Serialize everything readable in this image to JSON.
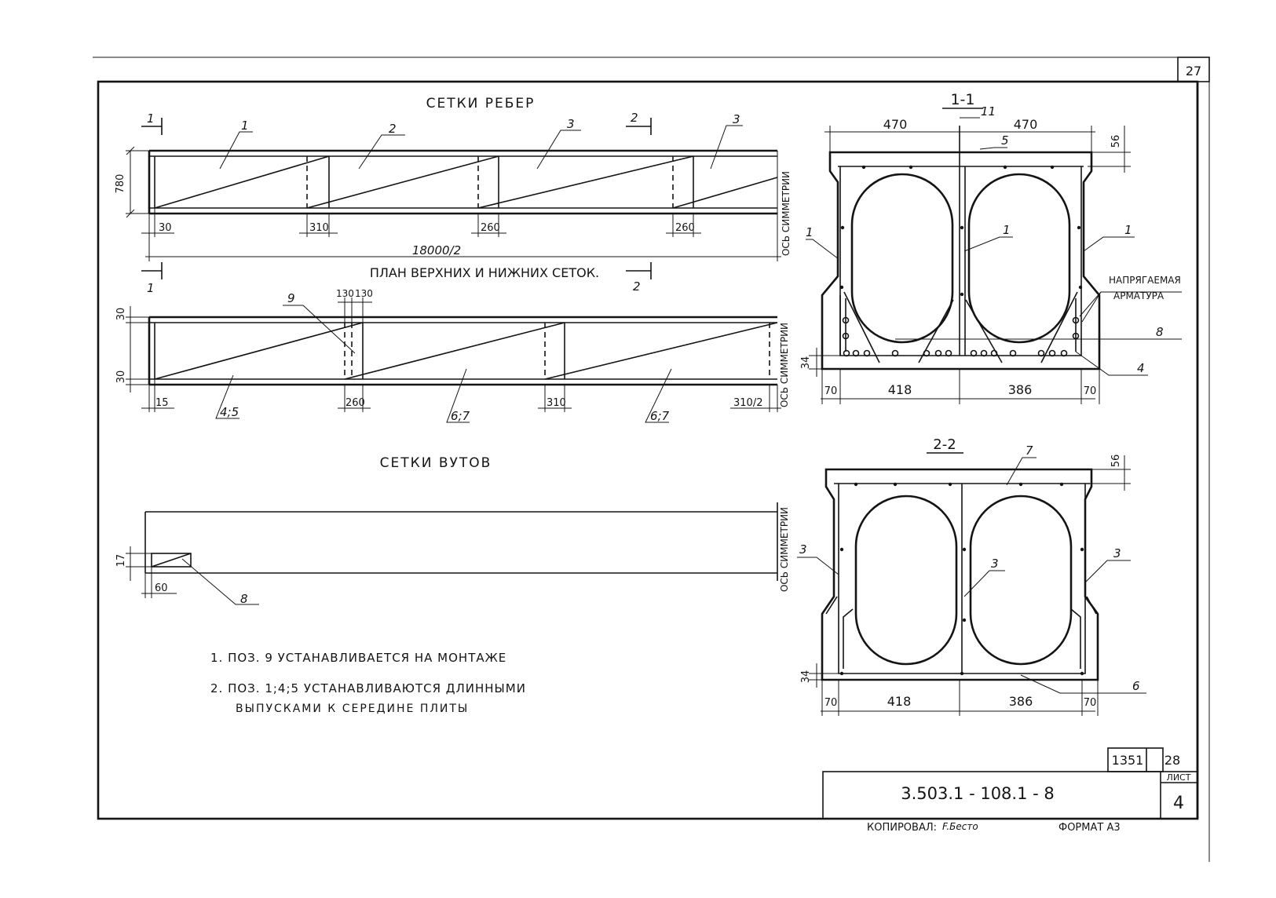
{
  "sheet": {
    "corner_number": "27",
    "code": "3.503.1 - 108.1 - 8",
    "archive_no": "1351",
    "archive_page": "28",
    "list_label": "ЛИСТ",
    "list_number": "4",
    "copied_label": "КОПИРОВАЛ:",
    "copied_sign": "F.Бесто",
    "format_label": "ФОРМАТ А3"
  },
  "ribs": {
    "title": "СЕТКИ РЕБЕР",
    "cut1_label": "1",
    "cut1_label_bottom": "1",
    "cut2_label": "2",
    "cut2_label_bottom": "2",
    "height_dim": "780",
    "pos_1": "1",
    "pos_2": "2",
    "pos_3a": "3",
    "pos_3b": "3",
    "dim_30": "30",
    "dim_310": "310",
    "dim_260a": "260",
    "dim_260b": "260",
    "total_dim": "18000/2",
    "axis_label": "ОСЬ СИММЕТРИИ"
  },
  "plan": {
    "title": "ПЛАН ВЕРХНИХ И НИЖНИХ СЕТОК.",
    "dim_top_30": "30",
    "dim_bot_30": "30",
    "dim_130a": "130",
    "dim_130b": "130",
    "pos_9": "9",
    "pos_45": "4;5",
    "pos_67a": "6;7",
    "pos_67b": "6;7",
    "dim_15": "15",
    "dim_260": "260",
    "dim_310": "310",
    "dim_310_2": "310/2",
    "axis_label": "ОСЬ СИММЕТРИИ"
  },
  "vut": {
    "title": "СЕТКИ ВУТОВ",
    "dim_17": "17",
    "dim_60": "60",
    "pos_8": "8",
    "axis_label": "ОСЬ СИММЕТРИИ"
  },
  "section_1": {
    "title": "1-1",
    "dim_470a": "470",
    "dim_470b": "470",
    "dim_56": "56",
    "pos_11": "11",
    "pos_5": "5",
    "pos_1_left": "1",
    "pos_1_mid": "1",
    "pos_1_right": "1",
    "prestress_label_1": "НАПРЯГАЕМАЯ",
    "prestress_label_2": "АРМАТУРА",
    "pos_8": "8",
    "pos_4": "4",
    "dim_34": "34",
    "dim_70a": "70",
    "dim_418": "418",
    "dim_386": "386",
    "dim_70b": "70"
  },
  "section_2": {
    "title": "2-2",
    "pos_7": "7",
    "dim_56": "56",
    "pos_3_left": "3",
    "pos_3_mid": "3",
    "pos_3_right": "3",
    "pos_6": "6",
    "dim_34": "34",
    "dim_70a": "70",
    "dim_418": "418",
    "dim_386": "386",
    "dim_70b": "70"
  },
  "notes": {
    "note1": "1. ПОЗ. 9 УСТАНАВЛИВАЕТСЯ НА МОНТАЖЕ",
    "note2_line1": "2. ПОЗ. 1;4;5 УСТАНАВЛИВАЮТСЯ ДЛИННЫМИ",
    "note2_line2": "ВЫПУСКАМИ К СЕРЕДИНЕ ПЛИТЫ"
  }
}
